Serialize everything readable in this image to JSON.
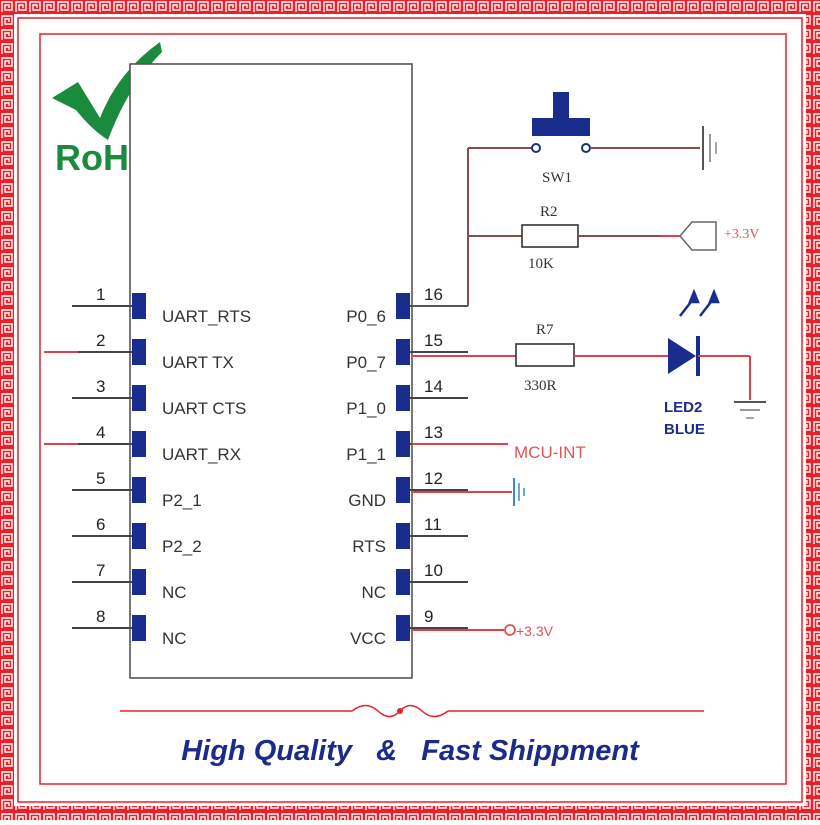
{
  "badge": {
    "text": "RoHS",
    "check_color": "#1a8a3c",
    "text_color": "#1a8a3c"
  },
  "module": {
    "left_pins": [
      {
        "num": "1",
        "label": "UART_RTS",
        "wired": false
      },
      {
        "num": "2",
        "label": "UART TX",
        "wired": true
      },
      {
        "num": "3",
        "label": "UART CTS",
        "wired": false
      },
      {
        "num": "4",
        "label": "UART_RX",
        "wired": true
      },
      {
        "num": "5",
        "label": "P2_1",
        "wired": false
      },
      {
        "num": "6",
        "label": "P2_2",
        "wired": false
      },
      {
        "num": "7",
        "label": "NC",
        "wired": false
      },
      {
        "num": "8",
        "label": "NC",
        "wired": false
      }
    ],
    "right_pins": [
      {
        "num": "16",
        "label": "P0_6"
      },
      {
        "num": "15",
        "label": "P0_7"
      },
      {
        "num": "14",
        "label": "P1_0"
      },
      {
        "num": "13",
        "label": "P1_1"
      },
      {
        "num": "12",
        "label": "GND"
      },
      {
        "num": "11",
        "label": "RTS"
      },
      {
        "num": "10",
        "label": "NC"
      },
      {
        "num": "9",
        "label": "VCC"
      }
    ]
  },
  "components": {
    "sw1": "SW1",
    "r2": {
      "ref": "R2",
      "value": "10K"
    },
    "r7": {
      "ref": "R7",
      "value": "330R"
    },
    "led": {
      "ref": "LED2",
      "color": "BLUE"
    },
    "power_r2": "+3.3V",
    "mcu_int": "MCU-INT",
    "vcc_power": "+3.3V"
  },
  "footer": {
    "text": "High Quality   &   Fast Shippment"
  },
  "colors": {
    "frame": "#e8202a",
    "wire_red": "#e0404a",
    "wire_brown": "#8b4a4a",
    "pin_blue": "#1a2c8c",
    "text_blue": "#1c2a8a"
  }
}
